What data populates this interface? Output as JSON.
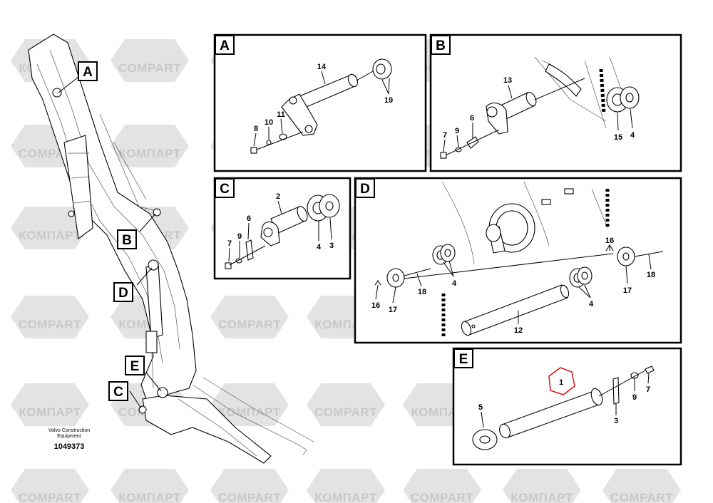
{
  "watermark": {
    "text_latin": "COMPART",
    "text_cyrillic": "КОМПАРТ"
  },
  "overview": {
    "callouts": [
      "A",
      "B",
      "C",
      "D",
      "E"
    ],
    "caption_line1": "Volvo Construction",
    "caption_line2": "Equipment",
    "drawing_number": "1049373"
  },
  "details": {
    "A": {
      "label": "A",
      "parts": [
        "14",
        "19",
        "8",
        "10",
        "11"
      ]
    },
    "B": {
      "label": "B",
      "parts": [
        "13",
        "6",
        "7",
        "9",
        "15",
        "4"
      ]
    },
    "C": {
      "label": "C",
      "parts": [
        "2",
        "6",
        "9",
        "7",
        "4",
        "3"
      ]
    },
    "D": {
      "label": "D",
      "parts": [
        "4",
        "16",
        "17",
        "18",
        "12",
        "16",
        "18",
        "17",
        "4"
      ]
    },
    "E": {
      "label": "E",
      "parts": [
        "1",
        "5",
        "3",
        "9",
        "7"
      ]
    }
  }
}
